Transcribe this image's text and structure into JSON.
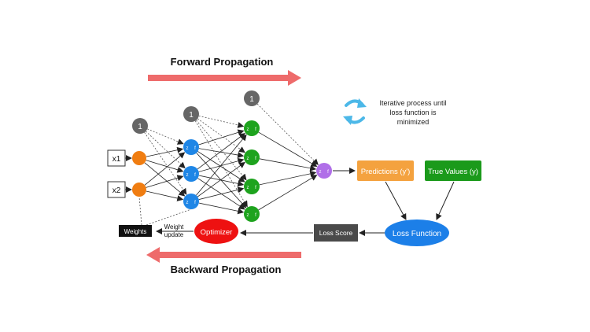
{
  "titles": {
    "forward": "Forward Propagation",
    "backward": "Backward Propagation"
  },
  "iterative_note": [
    "Iterative process until",
    "loss function is",
    "minimized"
  ],
  "inputs": [
    "x1",
    "x2"
  ],
  "bias_label": "1",
  "neuron_label": [
    "z",
    "f"
  ],
  "boxes": {
    "predictions": "Predictions (y')",
    "true_values": "True Values (y)",
    "loss_function": "Loss Function",
    "loss_score": "Loss Score",
    "optimizer": "Optimizer",
    "weights": "Weights"
  },
  "weight_update": [
    "Weight",
    "update"
  ],
  "colors": {
    "arrow_red": "#ee6b6b",
    "input_orange": "#f07d11",
    "hidden1_blue": "#1f86e6",
    "hidden2_green": "#1ea31e",
    "output_purple": "#b06fe8",
    "bias_gray": "#666666",
    "predictions_orange": "#f4a23f",
    "true_values_green": "#1b9a1b",
    "loss_function_blue": "#1c7fe8",
    "loss_score_gray": "#4a4a4a",
    "optimizer_red": "#ee1111",
    "weights_black": "#111111",
    "cycle_blue": "#4cb8e8"
  }
}
